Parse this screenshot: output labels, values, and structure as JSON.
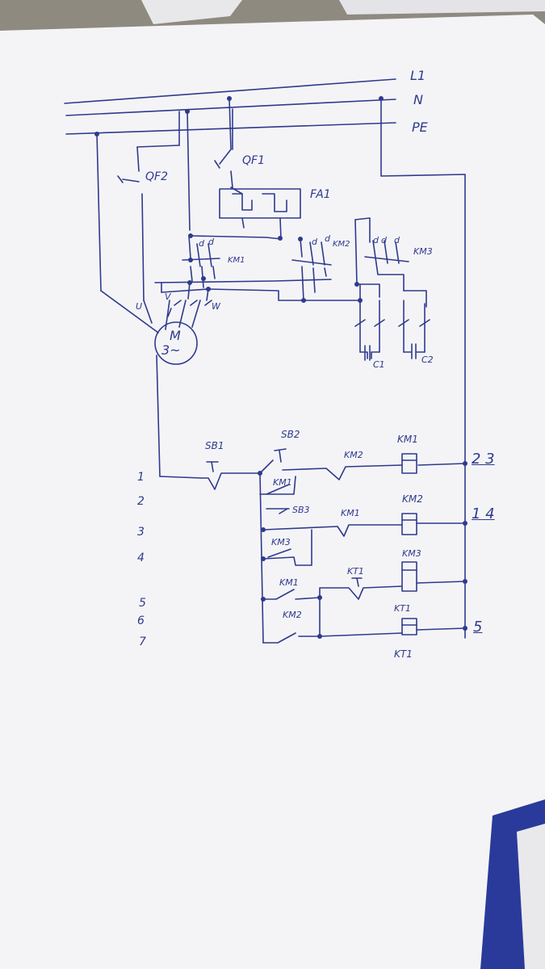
{
  "labels": {
    "L1": "L1",
    "N": "N",
    "PE": "PE",
    "QF1": "QF1",
    "QF2": "QF2",
    "FA1": "FA1",
    "KM1_power": "KM1",
    "KM2_power": "KM2",
    "KM3_power": "KM3",
    "U": "U",
    "V": "V",
    "W": "W",
    "motor": "M",
    "motor_phase": "3~",
    "C1": "C1",
    "C2": "C2",
    "SB1": "SB1",
    "SB2": "SB2",
    "SB3": "SB3",
    "KM2_c1": "KM2",
    "KM1_coil": "KM1",
    "KM1_aux1": "KM1",
    "KM1_c3": "KM1",
    "KM2_coil": "KM2",
    "KM3_aux": "KM3",
    "KT1_contact": "KT1",
    "KM3_coil": "KM3",
    "KM1_aux5": "KM1",
    "KM2_aux6": "KM2",
    "KT1_coil_top": "KT1",
    "KT1_coil_bottom": "KT1",
    "ref_1": "2 3",
    "ref_2": "1 4",
    "ref_3": "5",
    "contact_marks": [
      "d",
      "d",
      "d",
      "d",
      "d",
      "d",
      "d"
    ]
  },
  "line_numbers": [
    "1",
    "2",
    "3",
    "4",
    "5",
    "6",
    "7"
  ],
  "colors": {
    "ink": "#2f3a8c",
    "paper": "#f3f3f6",
    "table": "#8f8a80"
  }
}
